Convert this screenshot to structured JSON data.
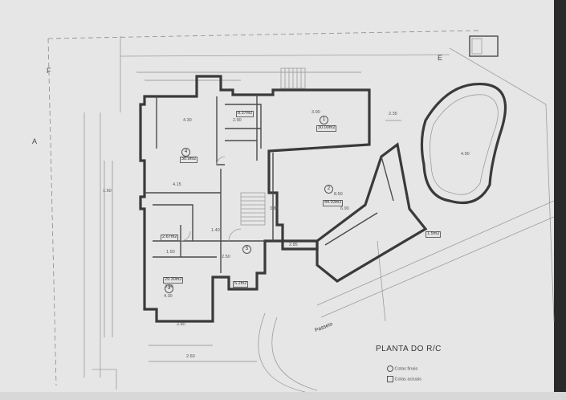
{
  "drawing": {
    "title": "PLANTA DO R/C",
    "legend": [
      {
        "symbol": "circle",
        "text": "Cotas finais"
      },
      {
        "symbol": "square",
        "text": "Cotas actuais"
      }
    ],
    "axis_labels": {
      "top_left": "F",
      "left": "A",
      "top_right": "E"
    },
    "street_label": "Passeio"
  },
  "rooms": [
    {
      "number": "1",
      "area": "30.00m2"
    },
    {
      "number": "2",
      "area": "44.93m2"
    },
    {
      "number": "3",
      "area": "29.30m2"
    },
    {
      "number": "4",
      "area": "30.9m2"
    },
    {
      "number": "5",
      "area": ""
    }
  ],
  "small_rooms": [
    {
      "area": "8.37m2"
    },
    {
      "area": "2.67m2"
    },
    {
      "area": "5.2m2"
    },
    {
      "area": "1.5m2"
    }
  ],
  "dimensions": [
    "4.30",
    "3.90",
    "2.90",
    "4.15",
    "8.50",
    "6.90",
    "2.50",
    "2.85",
    "3.60",
    "4.30",
    "2.80",
    "2.60",
    "1.40",
    "3.85",
    "1.50",
    "4.90",
    "2.35",
    "1.60"
  ]
}
